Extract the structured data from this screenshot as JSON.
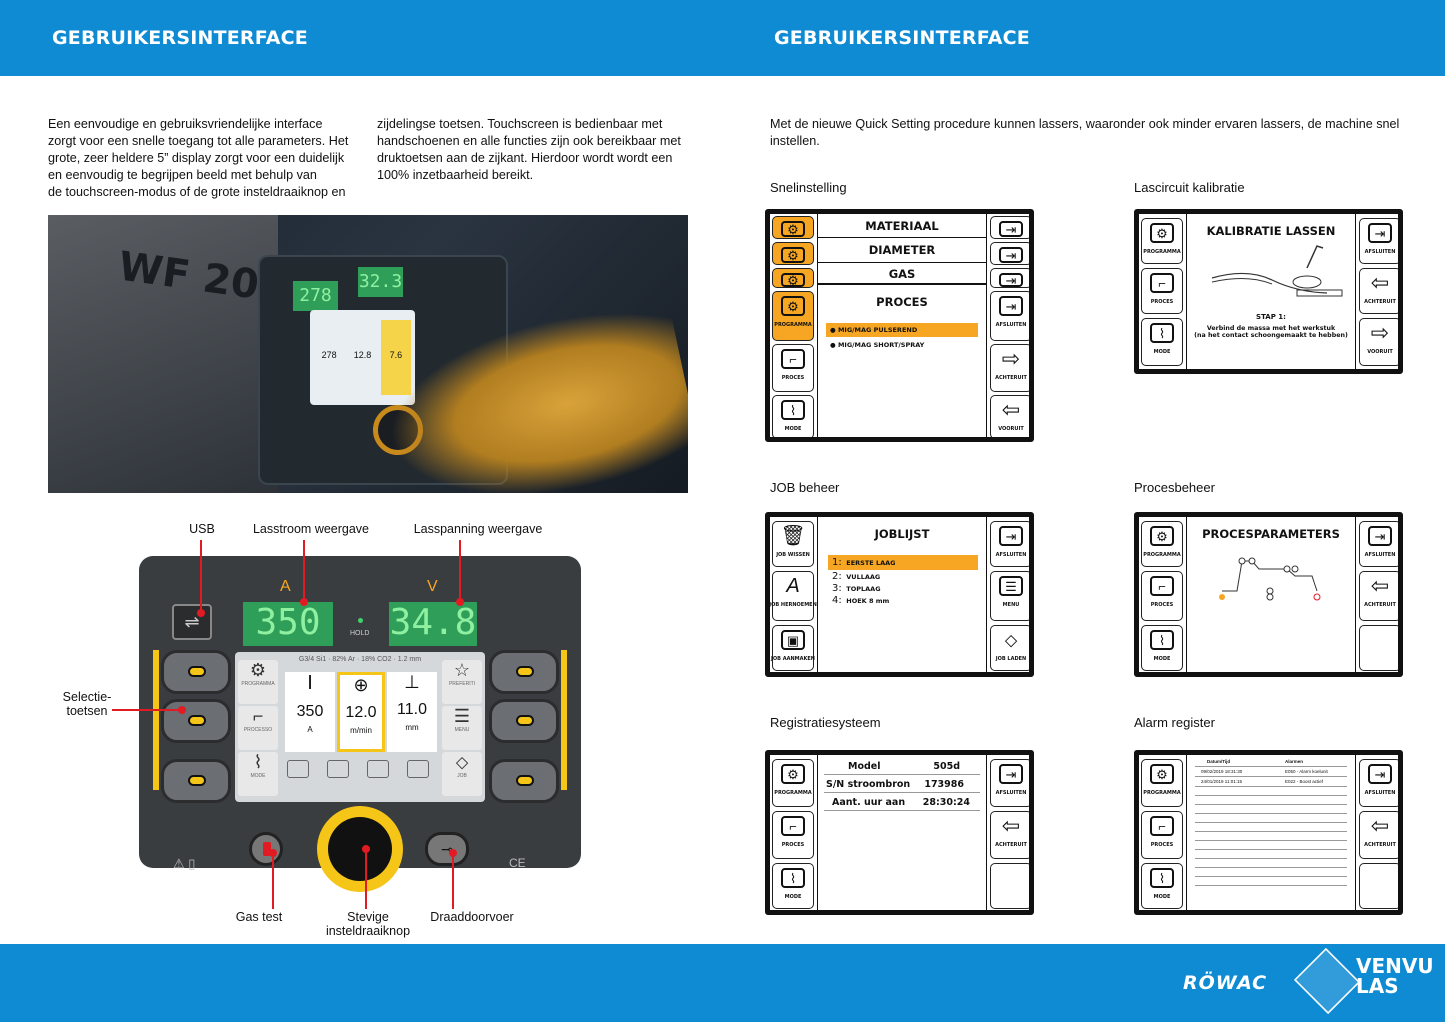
{
  "header": {
    "left_title": "GEBRUIKERSINTERFACE",
    "right_title": "GEBRUIKERSINTERFACE"
  },
  "intro": {
    "col1": [
      "Een eenvoudige en gebruiksvriendelijke interface",
      "zorgt voor een snelle toegang tot alle parameters. Het",
      "grote, zeer heldere 5” display zorgt voor een duidelijk",
      "en eenvoudig te begrijpen beeld met behulp van",
      "de touchscreen-modus of de grote insteldraaiknop en"
    ],
    "col2": [
      "zijdelingse toetsen. Touchscreen is bedienbaar met",
      "handschoenen en alle functies zijn ook bereikbaar met",
      "druktoetsen aan de zijkant. Hierdoor wordt wordt een",
      "100% inzetbaarheid bereikt."
    ],
    "right": [
      "Met de nieuwe Quick Setting procedure kunnen lassers, waaronder ook minder ervaren lassers, de machine snel",
      "instellen."
    ]
  },
  "photo": {
    "machine_label": "WF 205",
    "lcd_left": "278",
    "lcd_right": "32.3",
    "screen_values": [
      "278",
      "12.8",
      "7.6"
    ]
  },
  "panel": {
    "lcd_a_unit": "A",
    "lcd_v_unit": "V",
    "lcd_a": "350",
    "lcd_v": "34.8",
    "hold": "HOLD",
    "screen_header": "G3/4 Si1 · 82% Ar · 18% CO2 · 1.2 mm",
    "left_buttons": [
      "PROGRAMMA",
      "PROCESSO",
      "MODE"
    ],
    "right_buttons": [
      "PREFERITI",
      "MENU",
      "JOB"
    ],
    "params": [
      {
        "value": "350",
        "unit": "A"
      },
      {
        "value": "12.0",
        "unit": "m/min"
      },
      {
        "value": "11.0",
        "unit": "mm"
      }
    ],
    "ce": "CE"
  },
  "callouts": {
    "usb": "USB",
    "current": "Lasstroom weergave",
    "voltage": "Lasspanning weergave",
    "select1": "Selectie-",
    "select2": "toetsen",
    "gas": "Gas test",
    "knob1": "Stevige",
    "knob2": "insteldraaiknop",
    "feed": "Draaddoorvoer"
  },
  "sections": {
    "snel": {
      "label": "Snelinstelling",
      "rows": [
        "MATERIAAL",
        "DIAMETER",
        "GAS"
      ],
      "title": "PROCES",
      "options": [
        "MIG/MAG PULSEREND",
        "MIG/MAG SHORT/SPRAY"
      ],
      "left": [
        "",
        "",
        "",
        "PROGRAMMA",
        "PROCES",
        "MODE"
      ],
      "right": [
        "",
        "",
        "",
        "AFSLUITEN",
        "ACHTERUIT",
        "VOORUIT"
      ]
    },
    "kalib": {
      "label": "Lascircuit kalibratie",
      "title": "KALIBRATIE LASSEN",
      "step": "STAP 1:",
      "text1": "Verbind de massa met het werkstuk",
      "text2": "(na het contact schoongemaakt te hebben)",
      "left": [
        "PROGRAMMA",
        "PROCES",
        "MODE"
      ],
      "right": [
        "AFSLUITEN",
        "ACHTERUIT",
        "VOORUIT"
      ]
    },
    "job": {
      "label": "JOB beheer",
      "title": "JOBLIJST",
      "items": [
        {
          "n": "1:",
          "t": "EERSTE LAAG"
        },
        {
          "n": "2:",
          "t": "VULLAAG"
        },
        {
          "n": "3:",
          "t": "TOPLAAG"
        },
        {
          "n": "4:",
          "t": "HOEK 8 mm"
        }
      ],
      "left": [
        "JOB WISSEN",
        "JOB HERNOEMEN",
        "JOB AANMAKEN"
      ],
      "right": [
        "AFSLUITEN",
        "MENU",
        "JOB LADEN"
      ]
    },
    "proc": {
      "label": "Procesbeheer",
      "title": "PROCESPARAMETERS",
      "left": [
        "PROGRAMMA",
        "PROCES",
        "MODE"
      ],
      "right": [
        "AFSLUITEN",
        "ACHTERUIT",
        ""
      ]
    },
    "reg": {
      "label": "Registratiesysteem",
      "rows": [
        {
          "k": "Model",
          "v": "505d"
        },
        {
          "k": "S/N stroombron",
          "v": "173986"
        },
        {
          "k": "Aant. uur aan",
          "v": "28:30:24"
        }
      ],
      "left": [
        "PROGRAMMA",
        "PROCES",
        "MODE"
      ],
      "right": [
        "AFSLUITEN",
        "ACHTERUIT",
        ""
      ]
    },
    "alarm": {
      "label": "Alarm register",
      "col1": "Datum/Tijd",
      "col2": "Alarmen",
      "rows": [
        {
          "d": "09/02/2019 18:31:30",
          "a": "E050 - Alarm koelunit"
        },
        {
          "d": "24/01/2019 11:01:15",
          "a": "E022 - Boost actief"
        }
      ],
      "left": [
        "PROGRAMMA",
        "PROCES",
        "MODE"
      ],
      "right": [
        "AFSLUITEN",
        "ACHTERUIT",
        ""
      ]
    }
  },
  "footer": {
    "brand1": "RÖWAC",
    "brand2a": "VENVU",
    "brand2b": "LAS"
  },
  "colors": {
    "blue": "#0e8bd3",
    "orange": "#f6a623",
    "red": "#e21b23",
    "yellow": "#f5c518"
  }
}
